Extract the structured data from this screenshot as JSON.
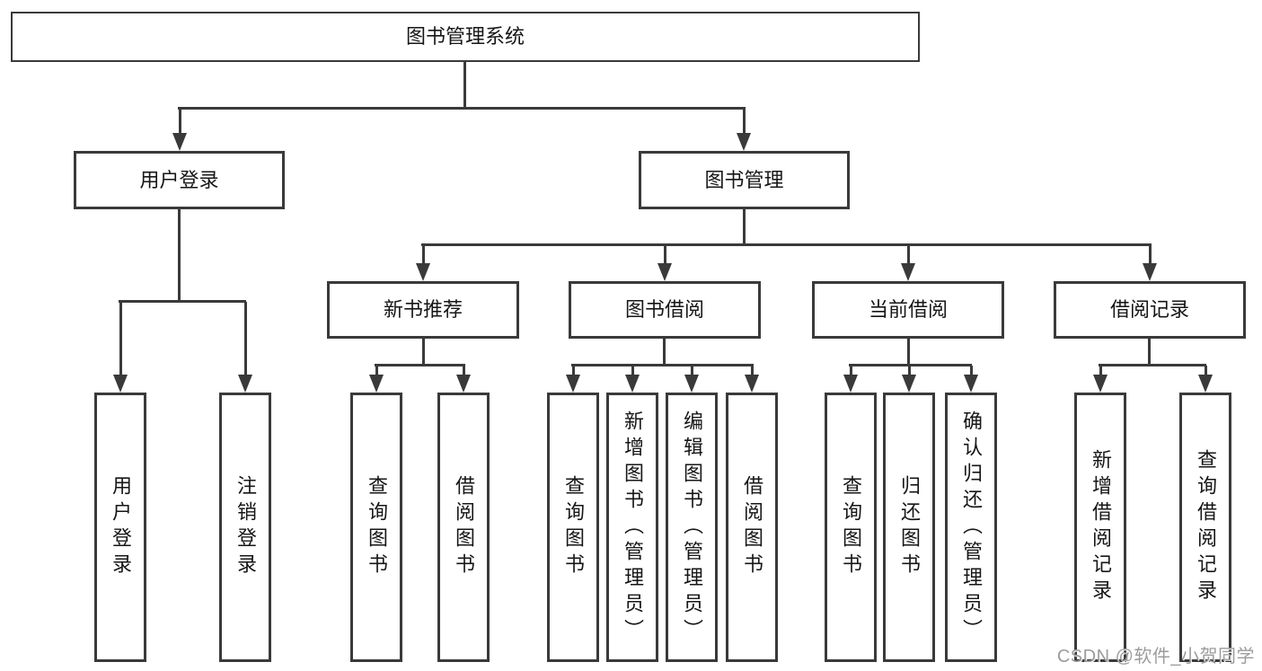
{
  "diagram": {
    "root": {
      "label": "图书管理系统"
    },
    "level2": {
      "user_login": {
        "label": "用户登录"
      },
      "book_management": {
        "label": "图书管理"
      }
    },
    "level3": {
      "new_book": {
        "label": "新书推荐"
      },
      "book_borrow": {
        "label": "图书借阅"
      },
      "current_borrow": {
        "label": "当前借阅"
      },
      "borrow_records": {
        "label": "借阅记录"
      }
    },
    "leaves": {
      "user_login": [
        "用户登录",
        "注销登录"
      ],
      "new_book": [
        "查询图书",
        "借阅图书"
      ],
      "book_borrow": [
        "查询图书",
        "新增图书（管理员）",
        "编辑图书（管理员）",
        "借阅图书"
      ],
      "current_borrow": [
        "查询图书",
        "归还图书",
        "确认归还（管理员）"
      ],
      "borrow_records": [
        "新增借阅记录",
        "查询借阅记录"
      ]
    }
  },
  "watermark": {
    "text": "CSDN @软件_小贺同学"
  },
  "colors": {
    "line": "#3a3a3a",
    "text": "#161616",
    "watermark": "#9c9c9c",
    "background": "#ffffff"
  }
}
